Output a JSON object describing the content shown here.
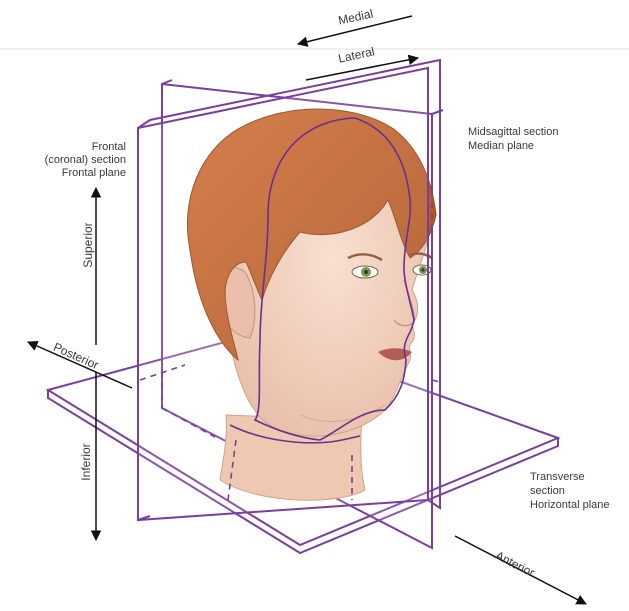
{
  "labels": {
    "medial": "Medial",
    "lateral": "Lateral",
    "frontal_line1": "Frontal",
    "frontal_line2": "(coronal) section",
    "frontal_line3": "Frontal plane",
    "midsagittal_line1": "Midsagittal section",
    "midsagittal_line2": "Median plane",
    "superior": "Superior",
    "inferior": "Inferior",
    "posterior": "Posterior",
    "anterior": "Anterior",
    "transverse_line1": "Transverse",
    "transverse_line2": "section",
    "transverse_line3": "Horizontal plane"
  },
  "colors": {
    "plane": "#7a3f9e",
    "hair": "#c4622a",
    "hair_dark": "#9c4a1c",
    "skin": "#f2cdb4",
    "skin_shadow": "#e0ab8f",
    "arrow": "#111111",
    "text": "#3a3a3a"
  }
}
